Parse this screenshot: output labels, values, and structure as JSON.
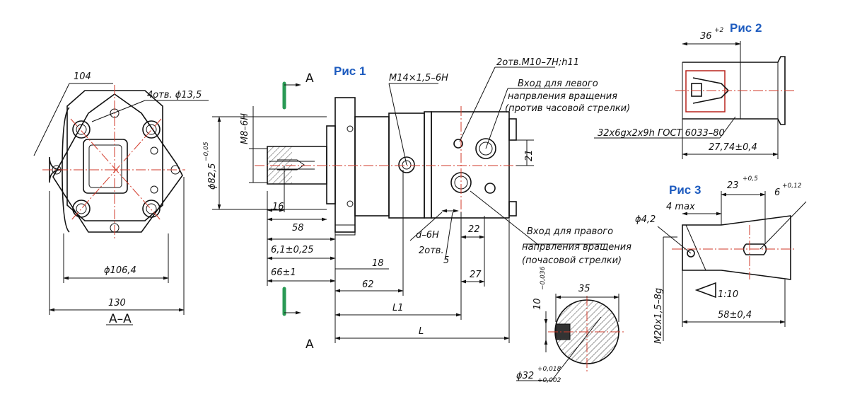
{
  "aa": {
    "d104": "104",
    "holes": "4отв. ϕ13,5",
    "d106": "ϕ106,4",
    "d130": "130",
    "section": "А–А"
  },
  "main": {
    "section_mark": "А",
    "fig": "Рис 1",
    "m14": "M14×1,5–6H",
    "m10": "2отв.M10–7H;h11",
    "left1": "Вход для левого",
    "left2": "напрвления вращения",
    "left3": "(против часовой стрелки)",
    "m8": "M8–6H",
    "d82": "ϕ82,5",
    "d82tol": "−0,05",
    "d21": "21",
    "d16": "16",
    "d58": "58",
    "d61": "6,1±0,25",
    "d66": "66±1",
    "d18": "18",
    "d62": "62",
    "l1": "L1",
    "l": "L",
    "d6h": "d–6H",
    "otv2": "2отв.",
    "d5": "5",
    "d22": "22",
    "d27": "27",
    "right1": "Вход для правого",
    "right2": "напрвления вращения",
    "right3": "(почасовой стрелки)"
  },
  "key": {
    "d35": "35",
    "d10": "10",
    "d10tol": "−0,036",
    "d32": "ϕ32",
    "d32up": "+0,018",
    "d32lo": "+0,002"
  },
  "fig2": {
    "title": "Рис 2",
    "d36": "36",
    "d36tol": "+2",
    "spline": "32x6gx2x9h ГОСТ 6033–80",
    "d2774": "27,74±0,4"
  },
  "fig3": {
    "title": "Рис 3",
    "d23": "23",
    "d23tol": "+0,5",
    "d6": "6",
    "d6tol": "+0,12",
    "max4": "4 max",
    "d42": "ϕ4,2",
    "taper": "1:10",
    "m20": "M20x1,5–8g",
    "d584": "58±0,4"
  }
}
